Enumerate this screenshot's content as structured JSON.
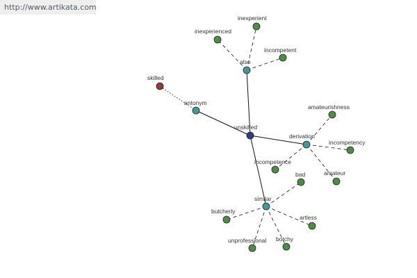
{
  "source_url": "http://www.artikata.com",
  "colors": {
    "center": "#2e3b8f",
    "relation": "#3f9a9a",
    "word": "#4a9040",
    "antonym_word": "#963a3a"
  },
  "graph": {
    "center": "unskilled",
    "relations": [
      {
        "id": "also",
        "label": "also"
      },
      {
        "id": "antonym",
        "label": "antonym"
      },
      {
        "id": "derivation",
        "label": "derivation"
      },
      {
        "id": "similar",
        "label": "similar"
      }
    ],
    "words": [
      {
        "id": "inexperient",
        "label": "inexperient",
        "relation": "also"
      },
      {
        "id": "inexperienced",
        "label": "inexperienced",
        "relation": "also"
      },
      {
        "id": "incompetent",
        "label": "incompetent",
        "relation": "also"
      },
      {
        "id": "skilled",
        "label": "skilled",
        "relation": "antonym"
      },
      {
        "id": "amateurishness",
        "label": "amateurishness",
        "relation": "derivation"
      },
      {
        "id": "incompetency",
        "label": "incompetency",
        "relation": "derivation"
      },
      {
        "id": "incompetence",
        "label": "incompetence",
        "relation": "derivation"
      },
      {
        "id": "amateur",
        "label": "amateur",
        "relation": "derivation"
      },
      {
        "id": "bad",
        "label": "bad",
        "relation": "similar"
      },
      {
        "id": "butcherly",
        "label": "butcherly",
        "relation": "similar"
      },
      {
        "id": "artless",
        "label": "artless",
        "relation": "similar"
      },
      {
        "id": "unprofessional",
        "label": "unprofessional",
        "relation": "similar"
      },
      {
        "id": "botchy",
        "label": "botchy",
        "relation": "similar"
      }
    ]
  }
}
